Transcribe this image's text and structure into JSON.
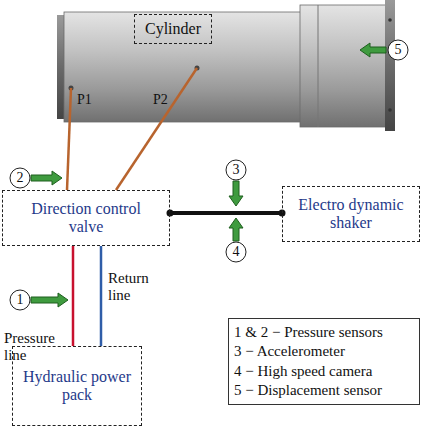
{
  "diagram": {
    "nodes": [
      {
        "text": [
          "Cylinder"
        ]
      },
      {
        "text": [
          "Direction control valve"
        ]
      },
      {
        "text": [
          "Electro dynamic shaker"
        ]
      },
      {
        "text": [
          "1 & 2 − Pressure sensors",
          "3 − Accelerometer",
          "4 − High speed camera",
          "5 − Displacement sensor"
        ]
      },
      {
        "text": [
          "Hydraulic power pack"
        ]
      }
    ],
    "edges": [
      {
        "from": 1,
        "to": 2,
        "arrow": "none"
      },
      {
        "from": 4,
        "to": 1,
        "label": "Pressure line",
        "arrow": "none"
      },
      {
        "from": 1,
        "to": 4,
        "label": "Return line",
        "arrow": "none"
      }
    ],
    "labels": [
      "5",
      "P1",
      "P2",
      "3",
      "2",
      "4",
      "1"
    ]
  }
}
